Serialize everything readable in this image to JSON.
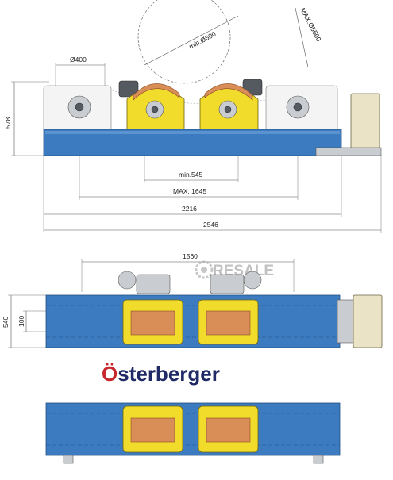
{
  "dimensions": {
    "roller_diameter": "Ø400",
    "min_workpiece": "min.Ø600",
    "max_workpiece": "MAX.Ø5500",
    "height": "578",
    "min_spacing": "min.545",
    "max_spacing": "MAX. 1645",
    "frame_length": "2216",
    "total_length": "2546",
    "top_spacing": "1560",
    "width": "540",
    "roller_width": "100"
  },
  "watermark": {
    "text": "RESALE"
  },
  "brand": {
    "logo_text": "Österberger"
  },
  "colors": {
    "beam": "#3d7bc0",
    "roller_yellow": "#f1dc2b",
    "copper_pad": "#d98d57",
    "logo_red": "#c7262c",
    "logo_navy": "#1f2a66"
  }
}
